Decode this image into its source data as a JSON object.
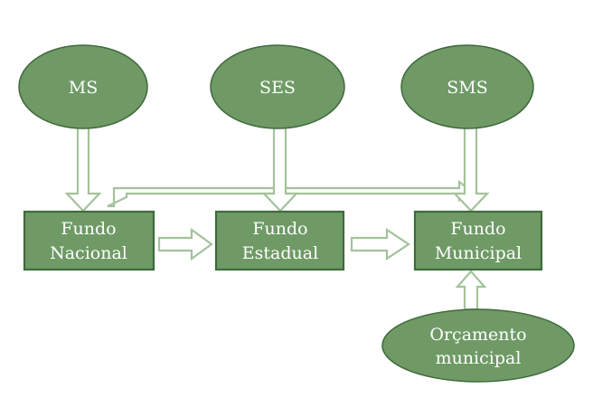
{
  "diagram": {
    "nodes": {
      "ms": {
        "label": "MS"
      },
      "ses": {
        "label": "SES"
      },
      "sms": {
        "label": "SMS"
      },
      "fundo_nacional": {
        "line1": "Fundo",
        "line2": "Nacional"
      },
      "fundo_estadual": {
        "line1": "Fundo",
        "line2": "Estadual"
      },
      "fundo_municipal": {
        "line1": "Fundo",
        "line2": "Municipal"
      },
      "orcamento_municipal": {
        "line1": "Orçamento",
        "line2": "municipal"
      }
    },
    "edges": [
      {
        "from": "MS",
        "to": "Fundo Nacional"
      },
      {
        "from": "SES",
        "to": "Fundo Estadual"
      },
      {
        "from": "SMS",
        "to": "Fundo Municipal"
      },
      {
        "from": "SES",
        "to": "Fundo Nacional"
      },
      {
        "from": "SES",
        "to": "Fundo Municipal"
      },
      {
        "from": "Fundo Nacional",
        "to": "Fundo Estadual"
      },
      {
        "from": "Fundo Estadual",
        "to": "Fundo Municipal"
      },
      {
        "from": "Orçamento municipal",
        "to": "Fundo Municipal"
      }
    ],
    "colors": {
      "node_fill": "#6f9a66",
      "node_border": "#3f6a3c",
      "arrow_outline": "#a4c29b",
      "arrow_fill": "#ffffff",
      "text": "#ffffff"
    }
  }
}
